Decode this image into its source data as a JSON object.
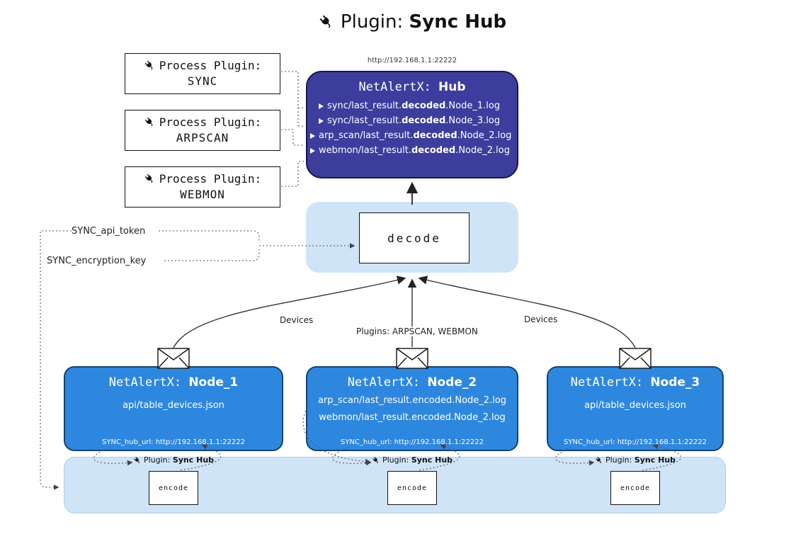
{
  "title": {
    "plugin_prefix": "Plugin: ",
    "plugin_name": "Sync Hub"
  },
  "process_plugins": [
    {
      "label": "Process Plugin:",
      "name": "SYNC"
    },
    {
      "label": "Process Plugin:",
      "name": "ARPSCAN"
    },
    {
      "label": "Process Plugin:",
      "name": "WEBMON"
    }
  ],
  "hub": {
    "url": "http://192.168.1.1:22222",
    "title_prefix": "NetAlertX: ",
    "title_name": "Hub",
    "log_lines": [
      {
        "pre": "sync/last_result.",
        "bold": "decoded",
        "post": ".Node_1.log"
      },
      {
        "pre": "sync/last_result.",
        "bold": "decoded",
        "post": ".Node_3.log"
      },
      {
        "pre": "arp_scan/last_result.",
        "bold": "decoded",
        "post": ".Node_2.log"
      },
      {
        "pre": "webmon/last_result.",
        "bold": "decoded",
        "post": ".Node_2.log"
      }
    ]
  },
  "decode_label": "decode",
  "secrets": {
    "api_token": "SYNC_api_token",
    "encryption_key": "SYNC_encryption_key"
  },
  "edges": {
    "devices_left": "Devices",
    "devices_right": "Devices",
    "plugins_mid": "Plugins: ARPSCAN, WEBMON"
  },
  "nodes": [
    {
      "title_prefix": "NetAlertX: ",
      "title_name": "Node_1",
      "files": [
        "api/table_devices.json"
      ],
      "hub_url": "SYNC_hub_url: http://192.168.1.1:22222"
    },
    {
      "title_prefix": "NetAlertX: ",
      "title_name": "Node_2",
      "files": [
        "arp_scan/last_result.encoded.Node_2.log",
        "webmon/last_result.encoded.Node_2.log"
      ],
      "hub_url": "SYNC_hub_url: http://192.168.1.1:22222"
    },
    {
      "title_prefix": "NetAlertX: ",
      "title_name": "Node_3",
      "files": [
        "api/table_devices.json"
      ],
      "hub_url": "SYNC_hub_url: http://192.168.1.1:22222"
    }
  ],
  "encoders": {
    "label_prefix": "Plugin: ",
    "label_name": "Sync Hub",
    "box_label": "encode"
  },
  "colors": {
    "hub_bg": "#3d3d9e",
    "node_bg": "#2e87de",
    "container_bg": "#cfe4f7"
  }
}
